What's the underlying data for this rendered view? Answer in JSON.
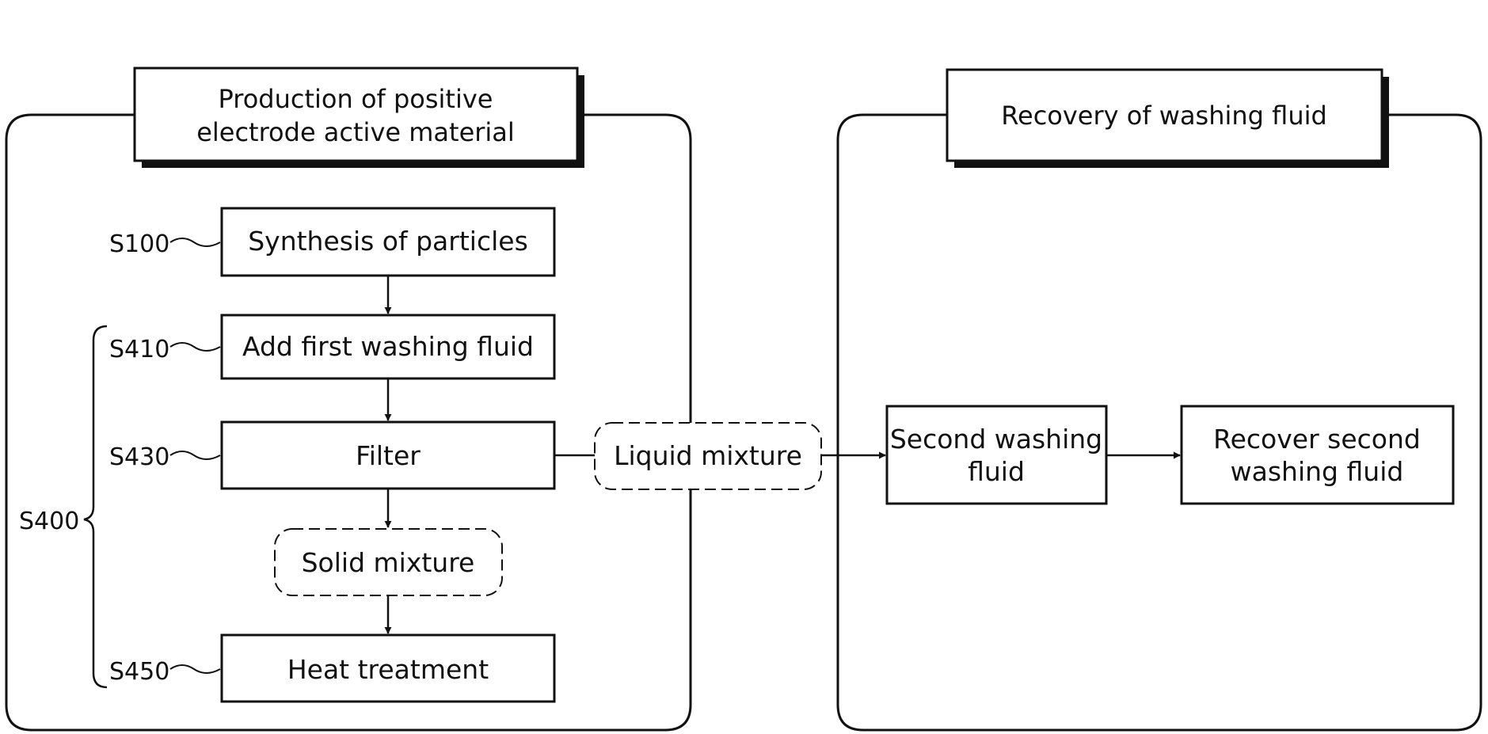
{
  "panels": {
    "production": {
      "title_line1": "Production of positive",
      "title_line2": "electrode active material"
    },
    "recovery": {
      "title": "Recovery of washing fluid"
    }
  },
  "steps": {
    "s100": {
      "id": "S100",
      "text": "Synthesis of particles"
    },
    "s410": {
      "id": "S410",
      "text": "Add first washing fluid"
    },
    "s430": {
      "id": "S430",
      "text": "Filter"
    },
    "solid": {
      "text": "Solid mixture"
    },
    "s450": {
      "id": "S450",
      "text": "Heat treatment"
    },
    "s400": {
      "id": "S400"
    }
  },
  "liquid": {
    "text": "Liquid mixture"
  },
  "recovery_steps": {
    "second": {
      "line1": "Second washing",
      "line2": "fluid"
    },
    "recover": {
      "line1": "Recover second",
      "line2": "washing fluid"
    }
  },
  "colors": {
    "line": "#111111",
    "background": "#ffffff"
  }
}
